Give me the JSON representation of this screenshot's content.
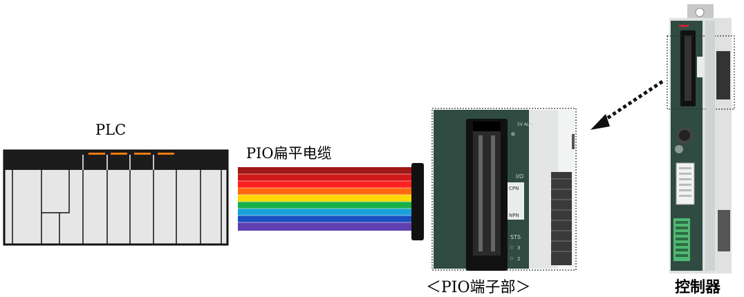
{
  "labels": {
    "plc": "PLC",
    "cable": "PIO扁平电缆",
    "terminal": "<PIO端子部>",
    "controller": "控制器"
  },
  "colors": {
    "cable_stripes": [
      "#a01818",
      "#d01818",
      "#ff2020",
      "#ff6a10",
      "#ffd800",
      "#1ab04a",
      "#1aa0d8",
      "#1a4fc0",
      "#6040b0"
    ],
    "controller_body": "#2f4b42",
    "plc_top": "#1c1c1c",
    "plc_body": "#e6e6e6",
    "plc_indicator": "#f07a10"
  },
  "terminal_panel": {
    "text_top": "5V ALM",
    "text_io": "I/O",
    "text_npn_top": "CPN",
    "text_npn_bottom": "NPN",
    "text_sts": "STS",
    "sts_numbers": [
      "3",
      "2"
    ]
  }
}
